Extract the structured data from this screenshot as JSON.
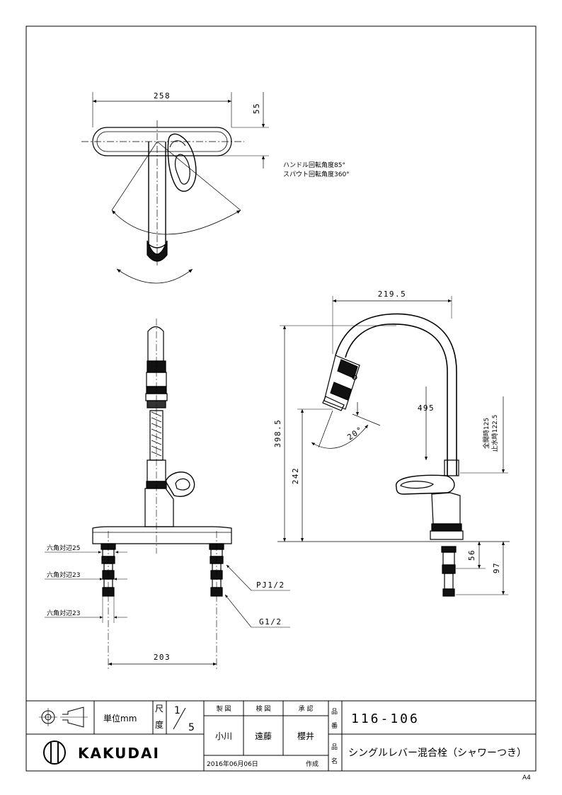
{
  "views": {
    "top": {
      "width_dim": "258",
      "depth_dim": "55",
      "note_handle": "ハンドル回転角度85°",
      "note_spout": "スパウト回転角度360°"
    },
    "front": {
      "hex1": "六角対辺25",
      "hex2": "六角対辺23",
      "hex3": "六角対辺23",
      "thread1": "PJ1/2",
      "thread2": "G1/2",
      "pitch_dim": "203"
    },
    "side": {
      "reach_dim": "219.5",
      "height_dim": "398.5",
      "spout_dim": "242",
      "flow_dim": "495",
      "angle": "20°",
      "open_label": "全開時125",
      "close_label": "止水時122.5",
      "dim_56": "56",
      "dim_97": "97"
    }
  },
  "title_block": {
    "unit_label": "単位mm",
    "scale_label_1": "尺",
    "scale_label_2": "度",
    "scale_num": "1",
    "scale_den": "5",
    "made_label": "製 図",
    "check_label": "検 図",
    "approve_label": "承 認",
    "made_by": "小川",
    "checked_by": "遠藤",
    "approved_by": "櫻井",
    "date": "2016年06月06日",
    "created": "作成",
    "part_no_label_1": "品",
    "part_no_label_2": "番",
    "part_no": "116-106",
    "part_name_label_1": "品",
    "part_name_label_2": "名",
    "part_name": "シングルレバー混合栓（シャワーつき）",
    "brand": "KAKUDAI",
    "paper_size": "A4"
  }
}
